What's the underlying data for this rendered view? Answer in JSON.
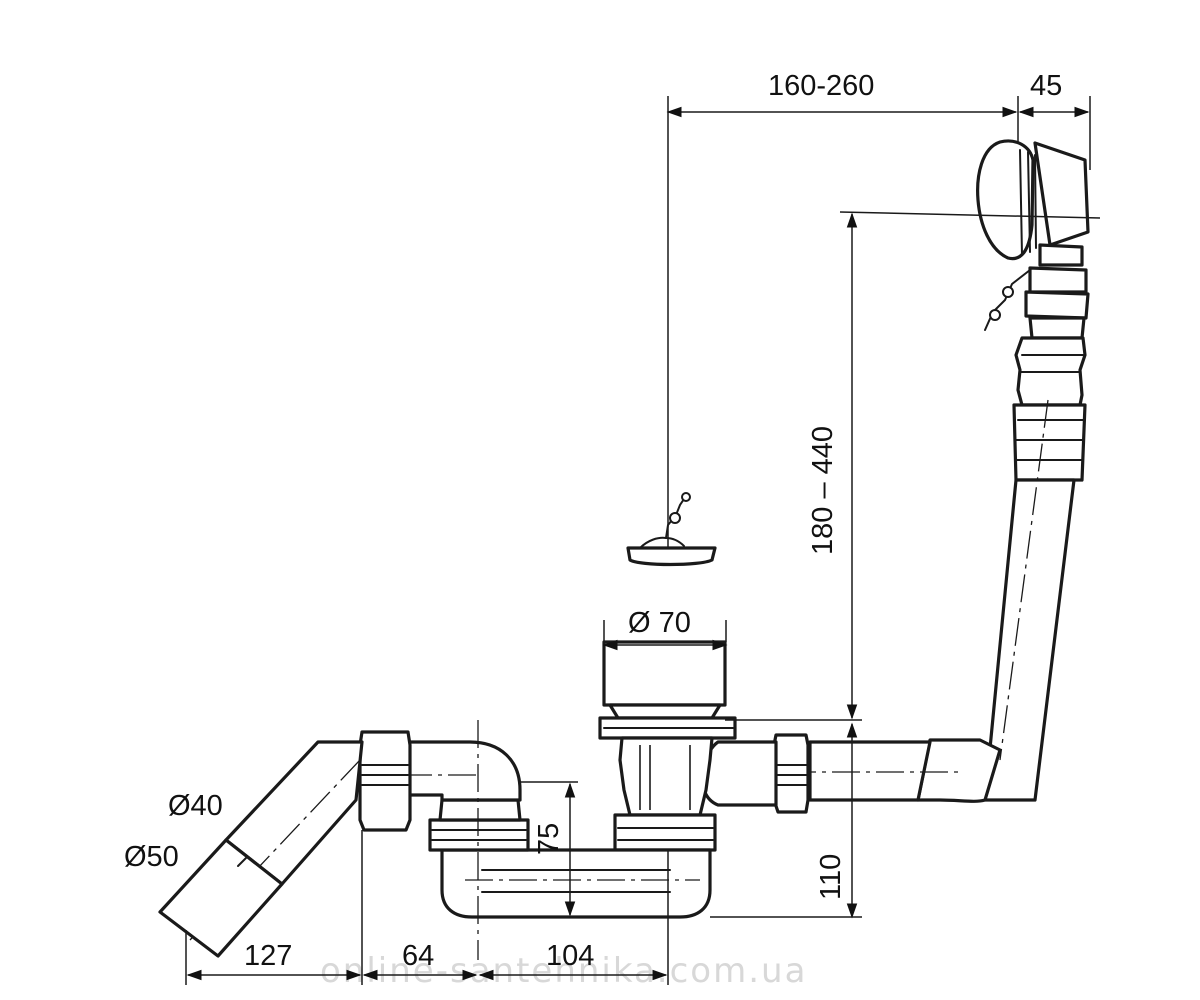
{
  "dimensions": {
    "top_span": "160-260",
    "top_offset": "45",
    "height_range": "180 – 440",
    "strainer_diameter": "Ø 70",
    "trap_height": "75",
    "drain_height": "110",
    "outlet_inner_diameter": "Ø40",
    "outlet_outer_diameter": "Ø50",
    "bottom_1": "127",
    "bottom_2": "64",
    "bottom_3": "104"
  },
  "watermark": "online-santehnika.com.ua"
}
